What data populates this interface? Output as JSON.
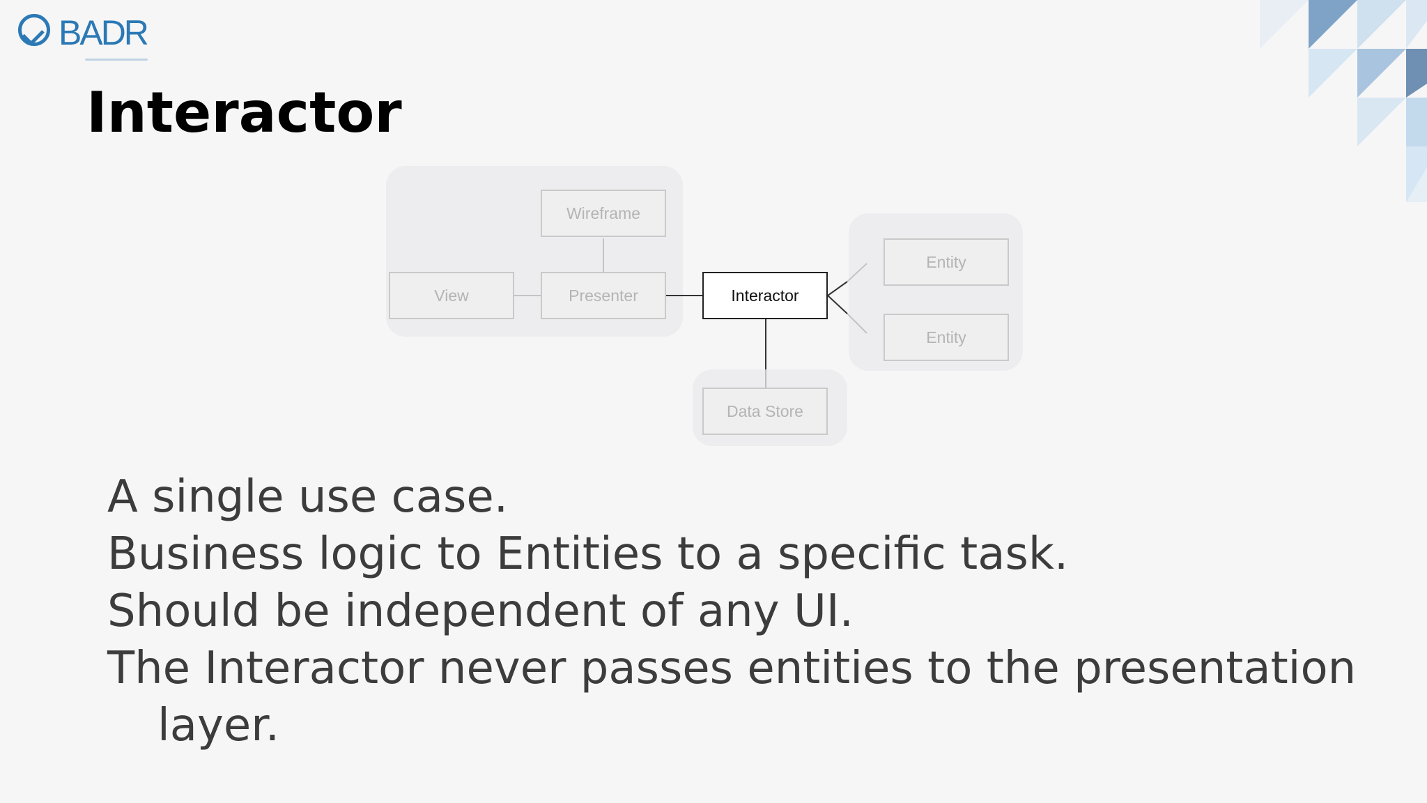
{
  "logo": {
    "text": "BADR"
  },
  "slide": {
    "title": "Interactor"
  },
  "diagram": {
    "nodes": {
      "wireframe": "Wireframe",
      "view": "View",
      "presenter": "Presenter",
      "interactor": "Interactor",
      "entity_top": "Entity",
      "entity_bottom": "Entity",
      "data_store": "Data Store"
    }
  },
  "bullets": [
    "A single use case.",
    "Business logic to Entities to a specific task.",
    "Should be independent of any UI.",
    "The Interactor never passes entities to the presentation layer."
  ],
  "colors": {
    "brand_blue": "#2b79b5",
    "title": "#000000",
    "body_text": "#3c3c3c",
    "inactive_node": "#b4b4b4"
  }
}
